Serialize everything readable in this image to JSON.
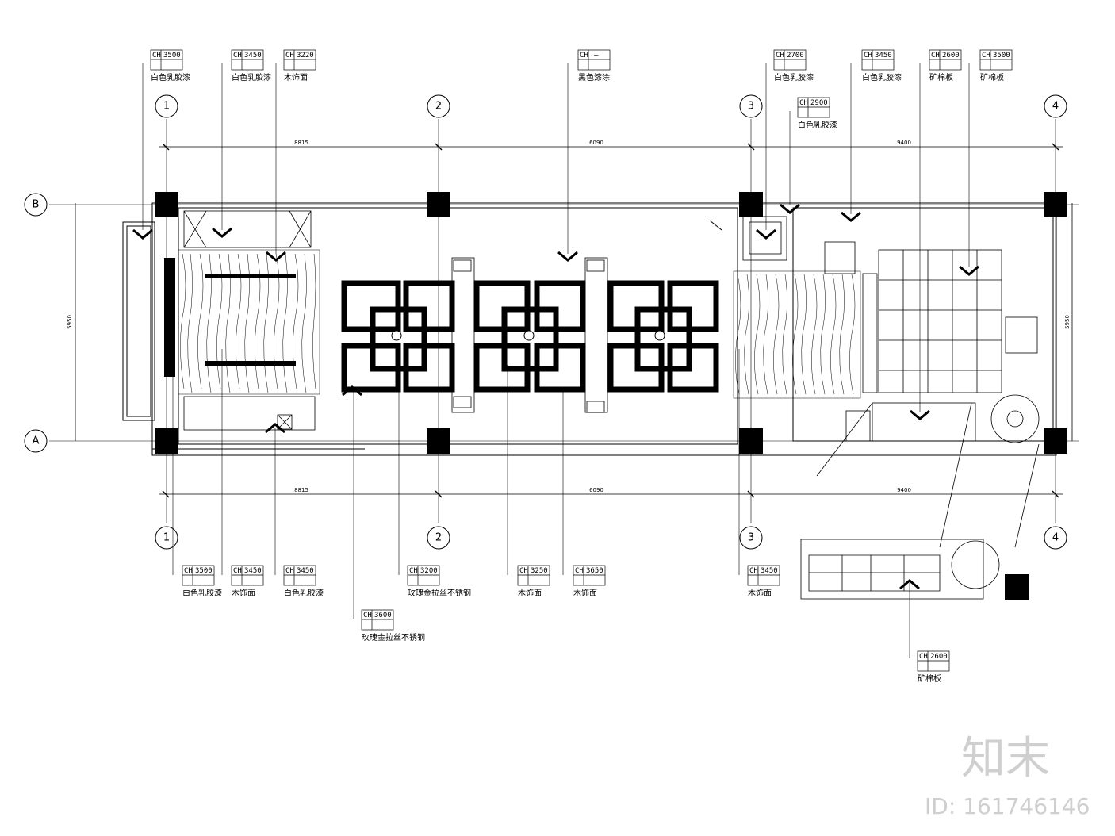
{
  "grid_axes": {
    "columns": [
      "1",
      "2",
      "3",
      "4"
    ],
    "rows": [
      "A",
      "B"
    ]
  },
  "dimensions": {
    "top": [
      "8815",
      "6090",
      "9400"
    ],
    "bottom": [
      "8815",
      "6090",
      "9400"
    ],
    "left": "5950",
    "right": "5950"
  },
  "ceiling_tags_top": [
    {
      "code": "CH",
      "height": "3500",
      "note": "白色乳胶漆"
    },
    {
      "code": "CH",
      "height": "3450",
      "note": "白色乳胶漆"
    },
    {
      "code": "CH",
      "height": "3220",
      "note": "木饰面"
    },
    {
      "code": "CH",
      "height": "—",
      "note": "黑色漆涂"
    },
    {
      "code": "CH",
      "height": "2700",
      "note": "白色乳胶漆"
    },
    {
      "code": "CH",
      "height": "2900",
      "note": "白色乳胶漆"
    },
    {
      "code": "CH",
      "height": "3450",
      "note": "白色乳胶漆"
    },
    {
      "code": "CH",
      "height": "2600",
      "note": "矿棉板"
    },
    {
      "code": "CH",
      "height": "3500",
      "note": "矿棉板"
    }
  ],
  "ceiling_tags_bottom": [
    {
      "code": "CH",
      "height": "3500",
      "note": "白色乳胶漆"
    },
    {
      "code": "CH",
      "height": "3450",
      "note": "木饰面"
    },
    {
      "code": "CH",
      "height": "3450",
      "note": "白色乳胶漆"
    },
    {
      "code": "CH",
      "height": "3600",
      "note": "玫瑰金拉丝不锈钢"
    },
    {
      "code": "CH",
      "height": "3200",
      "note": "玫瑰金拉丝不锈钢"
    },
    {
      "code": "CH",
      "height": "3250",
      "note": "木饰面"
    },
    {
      "code": "CH",
      "height": "3650",
      "note": "木饰面"
    },
    {
      "code": "CH",
      "height": "3450",
      "note": "木饰面"
    },
    {
      "code": "CH",
      "height": "2600",
      "note": "矿棉板"
    }
  ],
  "watermark": {
    "logo": "知末",
    "id_text": "ID: 161746146"
  }
}
